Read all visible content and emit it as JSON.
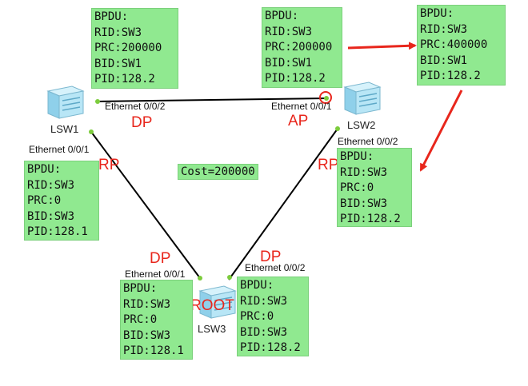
{
  "devices": {
    "lsw1": {
      "name": "LSW1"
    },
    "lsw2": {
      "name": "LSW2"
    },
    "lsw3": {
      "name": "LSW3"
    }
  },
  "ports": {
    "lsw1_e002": "Ethernet 0/0/2",
    "lsw1_e001": "Ethernet 0/0/1",
    "lsw2_e001": "Ethernet 0/0/1",
    "lsw2_e002": "Ethernet 0/0/2",
    "lsw3_e001": "Ethernet 0/0/1",
    "lsw3_e002": "Ethernet 0/0/2"
  },
  "roles": {
    "lsw1_e002": "DP",
    "lsw2_e001": "AP",
    "lsw1_e001": "RP",
    "lsw2_e002": "RP",
    "lsw3_e001": "DP",
    "lsw3_e002": "DP",
    "root": "ROOT"
  },
  "cost": "Cost=200000",
  "bpdus": {
    "b1": [
      "BPDU:",
      "RID:SW3",
      "PRC:200000",
      "BID:SW1",
      "PID:128.2"
    ],
    "b2": [
      "BPDU:",
      "RID:SW3",
      "PRC:200000",
      "BID:SW1",
      "PID:128.2"
    ],
    "b3": [
      "BPDU:",
      "RID:SW3",
      "PRC:400000",
      "BID:SW1",
      "PID:128.2"
    ],
    "b4": [
      "BPDU:",
      "RID:SW3",
      "PRC:0",
      "BID:SW3",
      "PID:128.1"
    ],
    "b5": [
      "BPDU:",
      "RID:SW3",
      "PRC:0",
      "BID:SW3",
      "PID:128.2"
    ],
    "b6": [
      "BPDU:",
      "RID:SW3",
      "PRC:0",
      "BID:SW3",
      "PID:128.1"
    ],
    "b7": [
      "BPDU:",
      "RID:SW3",
      "PRC:0",
      "BID:SW3",
      "PID:128.2"
    ]
  },
  "colors": {
    "bpdu_fill": "#90e990",
    "role_text": "#e8261c",
    "arrow": "#e8261c",
    "link": "#000000",
    "port_dot": "#7ccc3c"
  },
  "icons": {
    "switch": "network-switch-icon",
    "blocked_marker": "blocked-port-circle-icon",
    "arrow": "red-arrow-icon"
  }
}
